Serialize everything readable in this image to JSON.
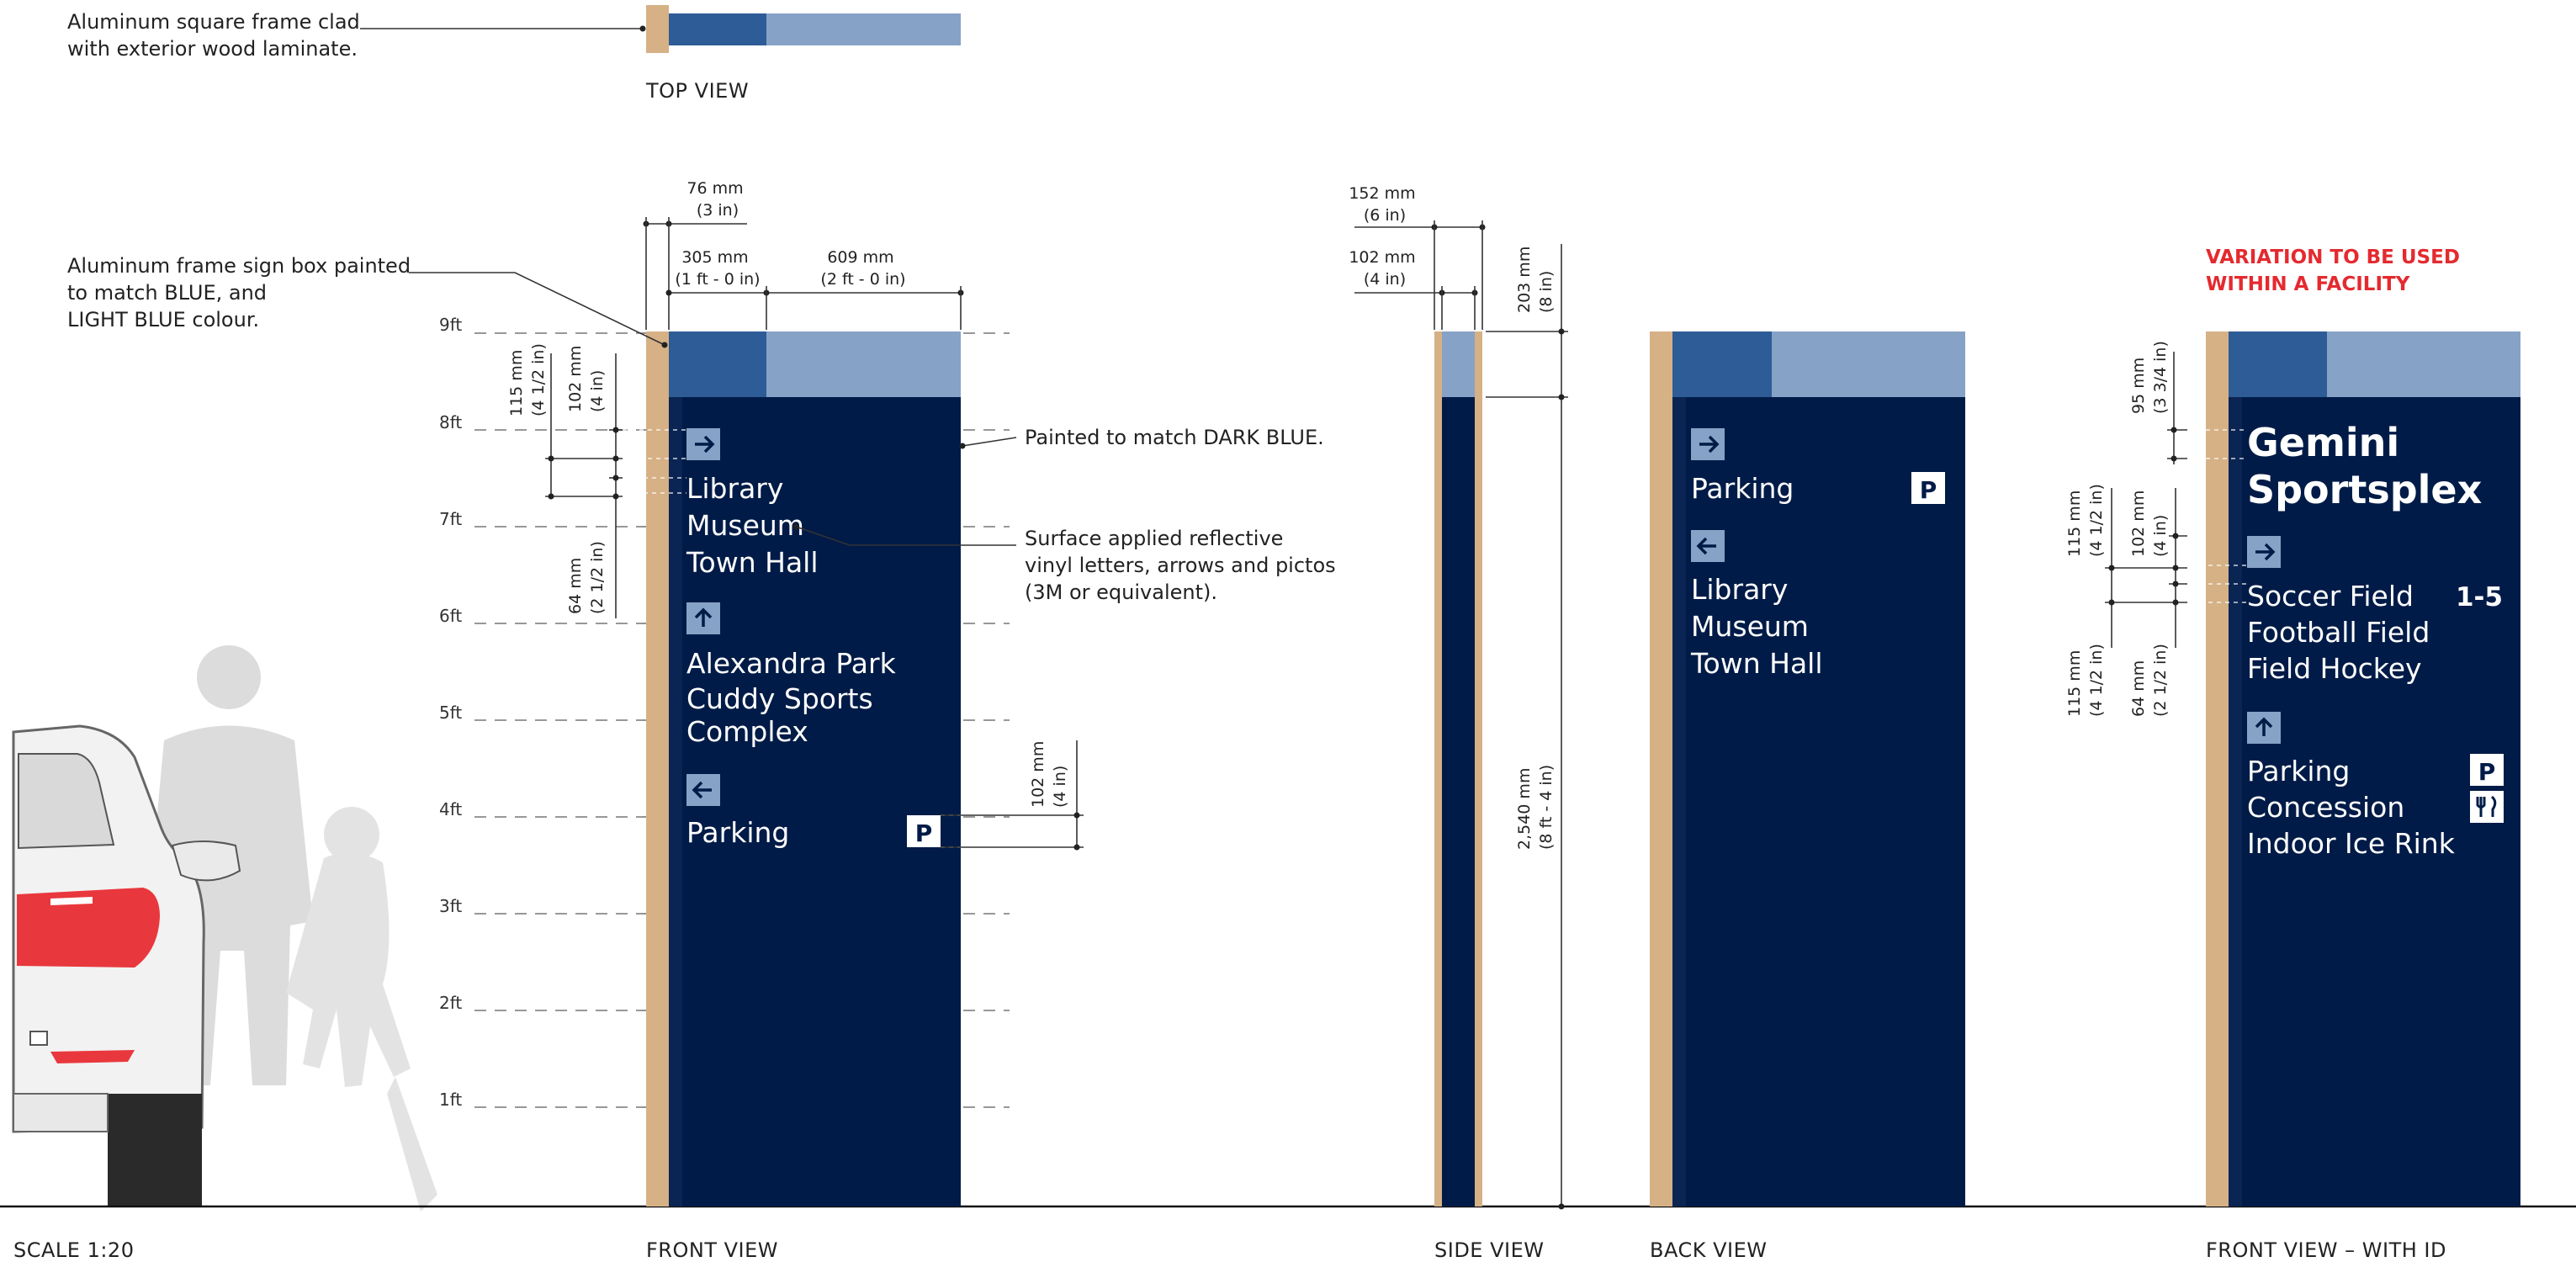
{
  "colors": {
    "dark_blue": "#001b47",
    "blue": "#2d5c96",
    "light_blue": "#86a2c6",
    "wood": "#d6b185",
    "silhouette": "#dcdcdc",
    "accent_red": "#e42a2f"
  },
  "scale_label": "SCALE 1:20",
  "view_labels": {
    "top": "TOP VIEW",
    "front": "FRONT VIEW",
    "side": "SIDE VIEW",
    "back": "BACK VIEW",
    "front_id": "FRONT VIEW – WITH ID"
  },
  "height_markers": [
    "9ft",
    "8ft",
    "7ft",
    "6ft",
    "5ft",
    "4ft",
    "3ft",
    "2ft",
    "1ft"
  ],
  "notes": {
    "top_frame": [
      "Aluminum square frame clad",
      "with exterior wood laminate."
    ],
    "frame_box": [
      "Aluminum frame sign box painted",
      "to match BLUE, and",
      "LIGHT BLUE colour."
    ],
    "painted": "Painted to match DARK BLUE.",
    "vinyl": [
      "Surface applied reflective",
      "vinyl letters, arrows and pictos",
      "(3M or equivalent)."
    ],
    "variation": [
      "VARIATION TO BE USED",
      "WITHIN A FACILITY"
    ]
  },
  "dimensions": {
    "d76": [
      "76 mm",
      "(3 in)"
    ],
    "d305": [
      "305 mm",
      "(1 ft - 0 in)"
    ],
    "d609": [
      "609 mm",
      "(2 ft - 0 in)"
    ],
    "d115": [
      "115 mm",
      "(4 1/2 in)"
    ],
    "d102": [
      "102 mm",
      "(4 in)"
    ],
    "d64": [
      "64 mm",
      "(2 1/2 in)"
    ],
    "d102p": [
      "102 mm",
      "(4 in)"
    ],
    "d152": [
      "152 mm",
      "(6 in)"
    ],
    "d102s": [
      "102 mm",
      "(4 in)"
    ],
    "d203": [
      "203 mm",
      "(8 in)"
    ],
    "d2540": [
      "2,540 mm",
      "(8 ft - 4 in)"
    ],
    "d95": [
      "95 mm",
      "(3 3/4 in)"
    ],
    "d115b": [
      "115 mm",
      "(4 1/2 in)"
    ],
    "d102b": [
      "102 mm",
      "(4 in)"
    ],
    "d115c": [
      "115 mm",
      "(4 1/2 in)"
    ],
    "d64b": [
      "64 mm",
      "(2 1/2 in)"
    ]
  },
  "front_sign": {
    "group1_arrow": "right-arrow-icon",
    "group1": [
      "Library",
      "Museum",
      "Town Hall"
    ],
    "group2_arrow": "up-arrow-icon",
    "group2": [
      "Alexandra Park",
      "Cuddy Sports",
      "Complex"
    ],
    "group3_arrow": "left-arrow-icon",
    "parking": "Parking",
    "parking_pictogram": "P"
  },
  "back_sign": {
    "group1_arrow": "right-arrow-icon",
    "parking": "Parking",
    "parking_pictogram": "P",
    "group2_arrow": "left-arrow-icon",
    "group2": [
      "Library",
      "Museum",
      "Town Hall"
    ]
  },
  "id_sign": {
    "title": [
      "Gemini",
      "Sportsplex"
    ],
    "group1_arrow": "right-arrow-icon",
    "group1": [
      "Soccer Field",
      "Football Field",
      "Field Hockey"
    ],
    "group1_badge": "1-5",
    "group2_arrow": "up-arrow-icon",
    "group2": [
      "Parking",
      "Concession",
      "Indoor Ice Rink"
    ],
    "parking_pictogram": "P",
    "concession_icon": "utensils-icon"
  }
}
